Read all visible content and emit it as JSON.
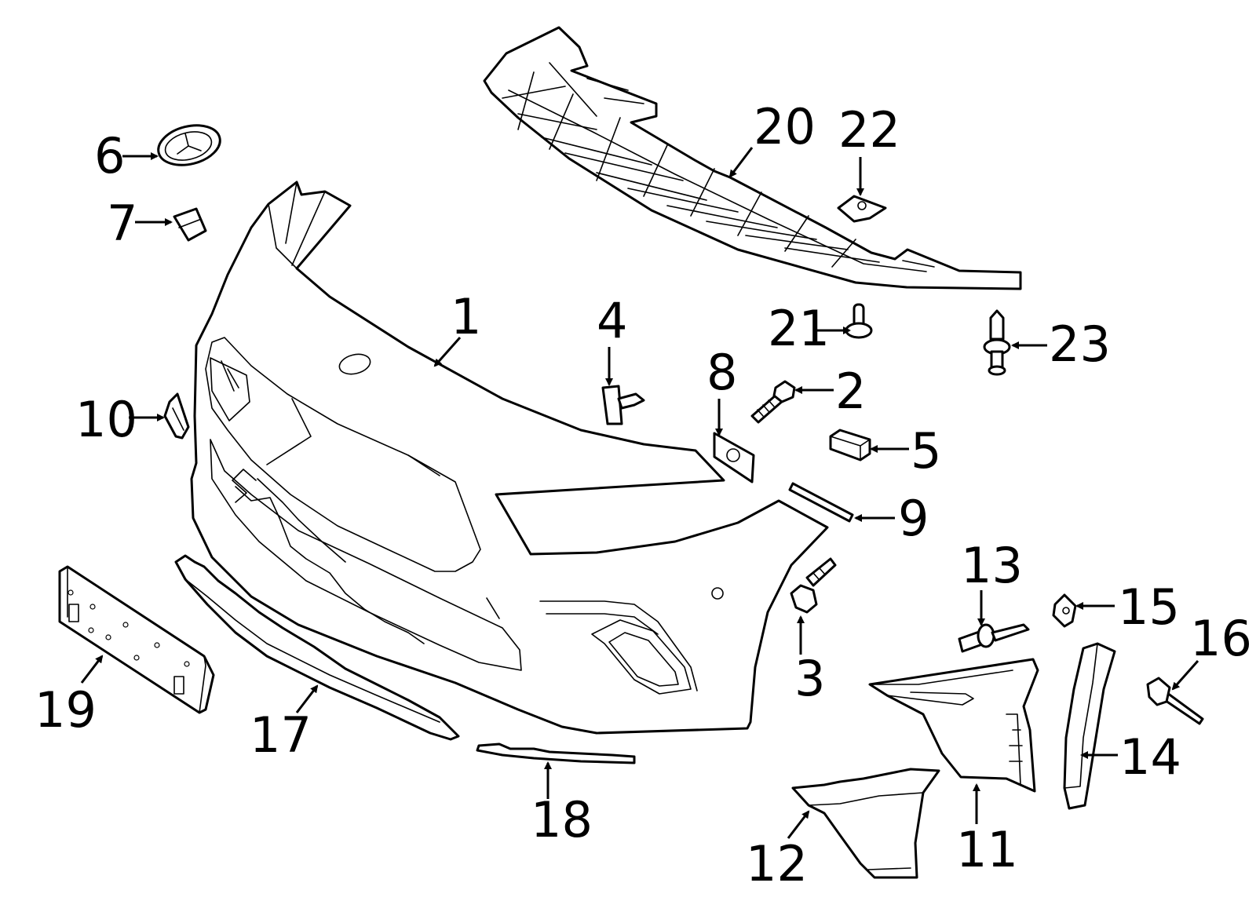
{
  "diagram": {
    "callouts": {
      "c1": "1",
      "c2": "2",
      "c3": "3",
      "c4": "4",
      "c5": "5",
      "c6": "6",
      "c7": "7",
      "c8": "8",
      "c9": "9",
      "c10": "10",
      "c11": "11",
      "c12": "12",
      "c13": "13",
      "c14": "14",
      "c15": "15",
      "c16": "16",
      "c17": "17",
      "c18": "18",
      "c19": "19",
      "c20": "20",
      "c21": "21",
      "c22": "22",
      "c23": "23"
    },
    "colors": {
      "line": "#000000",
      "background": "#ffffff"
    }
  }
}
